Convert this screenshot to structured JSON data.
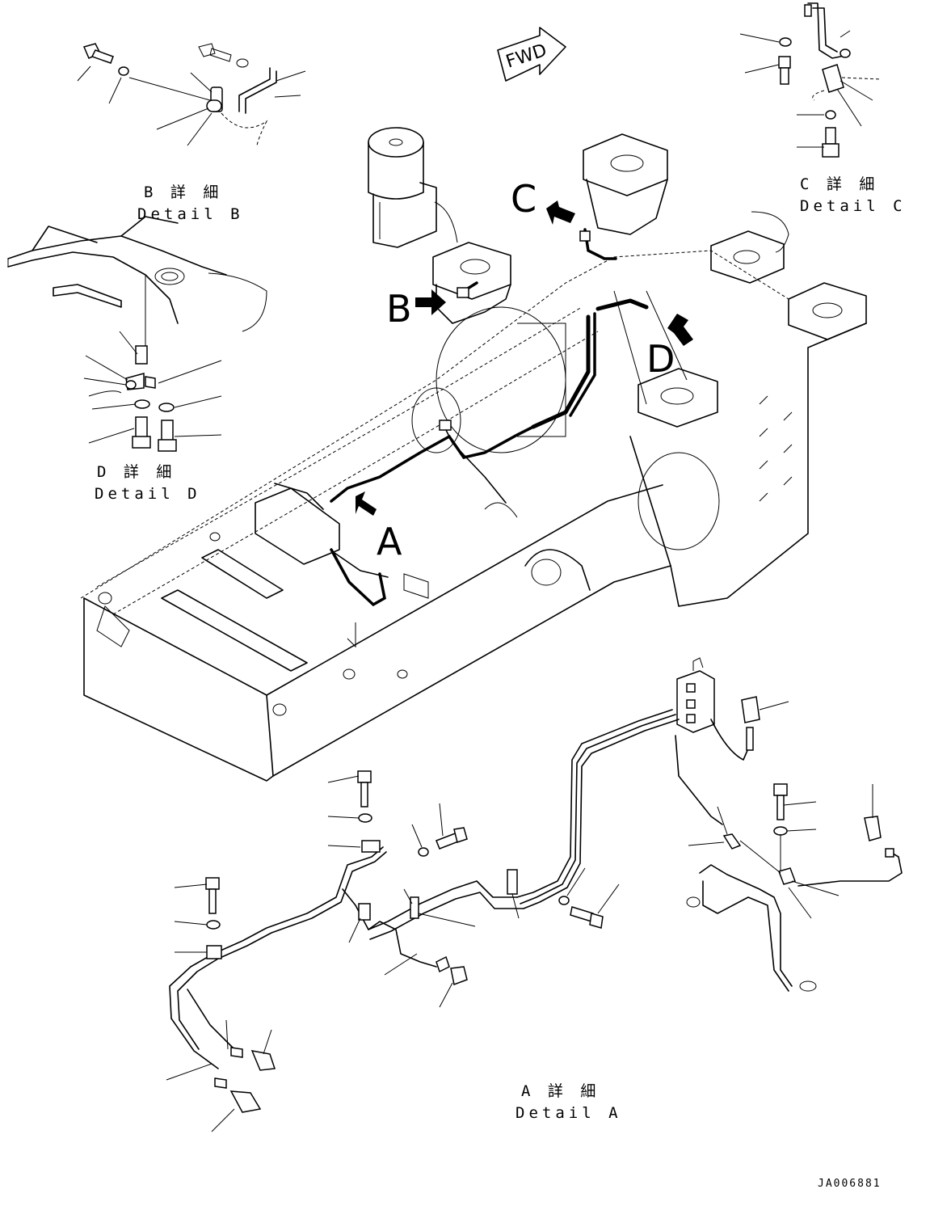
{
  "fwd_arrow": {
    "label": "FWD"
  },
  "callouts": {
    "a": "A",
    "b": "B",
    "c": "C",
    "d": "D"
  },
  "details": {
    "b": {
      "jp": "B 詳 細",
      "en": "Detail B"
    },
    "c": {
      "jp": "C 詳 細",
      "en": "Detail C"
    },
    "d": {
      "jp": "D 詳 細",
      "en": "Detail D"
    },
    "a": {
      "jp": "A 詳 細",
      "en": "Detail A"
    }
  },
  "drawing_number": "JA006881"
}
